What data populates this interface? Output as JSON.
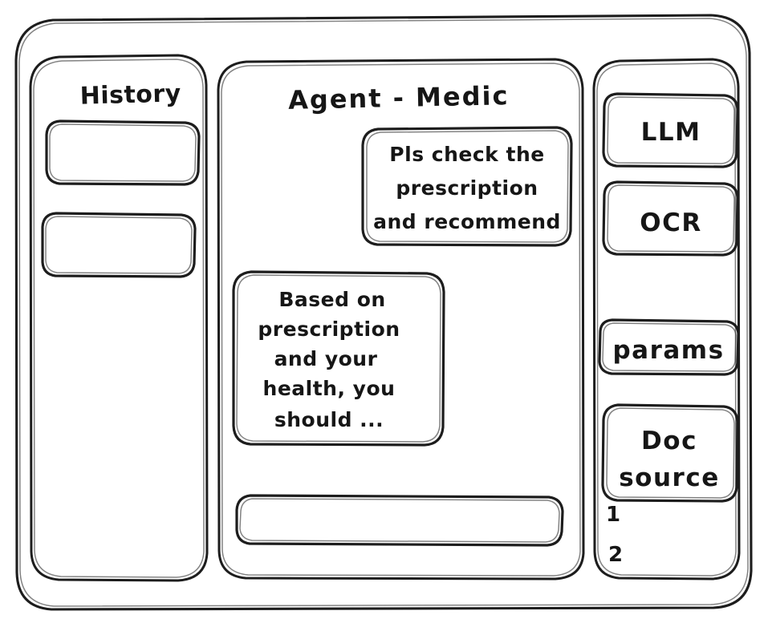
{
  "meta": {
    "style": "hand-drawn-wireframe",
    "ink_color": "#1d1d1d",
    "background_color": "#ffffff"
  },
  "sidebar_left": {
    "title": "History",
    "items": [
      {
        "label": ""
      },
      {
        "label": ""
      }
    ]
  },
  "main": {
    "title": "Agent - Medic",
    "messages": [
      {
        "role": "user",
        "align": "right",
        "lines": [
          "Pls check the",
          "prescription",
          "and recommend"
        ]
      },
      {
        "role": "assistant",
        "align": "left",
        "lines": [
          "Based on",
          "prescription",
          "and your",
          "health, you",
          "should ..."
        ]
      }
    ],
    "composer": {
      "value": "",
      "placeholder": ""
    }
  },
  "sidebar_right": {
    "tools": [
      {
        "label": "LLM"
      },
      {
        "label": "OCR"
      },
      {
        "label": "params"
      },
      {
        "label": "Doc\nsource",
        "line1": "Doc",
        "line2": "source"
      }
    ],
    "doc_list": [
      {
        "label": "1"
      },
      {
        "label": "2"
      }
    ]
  }
}
